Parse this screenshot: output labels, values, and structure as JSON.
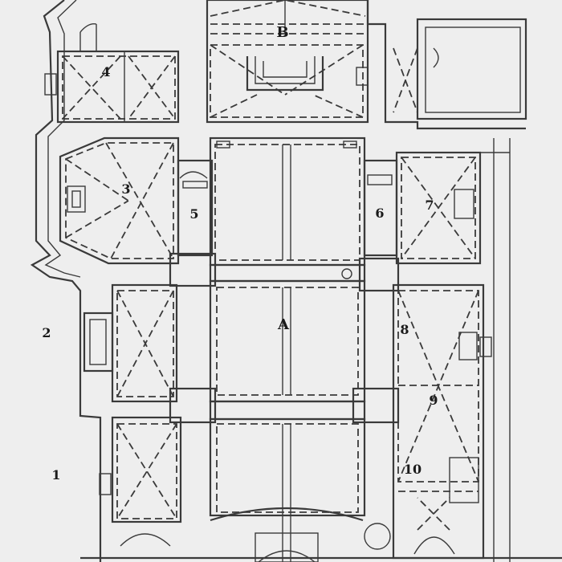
{
  "plan": {
    "labels": {
      "A": "A",
      "B": "B",
      "n1": "1",
      "n2": "2",
      "n3": "3",
      "n4": "4",
      "n5": "5",
      "n6": "6",
      "n7": "7",
      "n8": "8",
      "n9": "9",
      "n10": "10"
    }
  }
}
